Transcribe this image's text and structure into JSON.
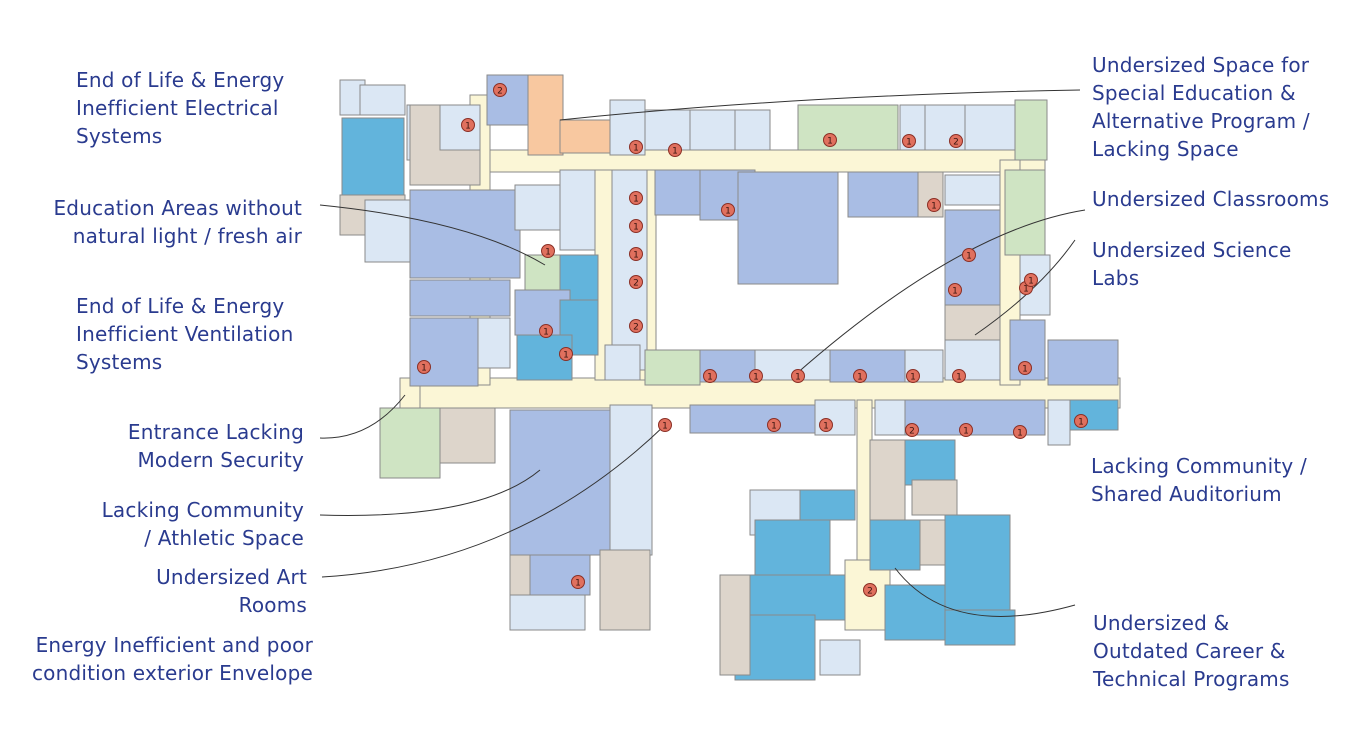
{
  "colors": {
    "label_text": "#2a3b8f",
    "corridor": "#fbf6d6",
    "classroom_light": "#dbe7f4",
    "classroom_mid": "#a9bde4",
    "career_tech": "#62b4dc",
    "special_ed": "#f8c8a0",
    "green_space": "#cfe4c3",
    "support": "#ddd5cb",
    "marker": "#e0705e"
  },
  "callouts": [
    {
      "id": "electrical",
      "lines": [
        "End of Life & Energy",
        "Inefficient Electrical",
        "Systems"
      ]
    },
    {
      "id": "natural-light",
      "lines": [
        "Education Areas without",
        "natural light / fresh air"
      ]
    },
    {
      "id": "ventilation",
      "lines": [
        "End of Life & Energy",
        "Inefficient Ventilation",
        "Systems"
      ]
    },
    {
      "id": "entrance",
      "lines": [
        "Entrance Lacking",
        "Modern Security"
      ]
    },
    {
      "id": "athletic",
      "lines": [
        "Lacking Community",
        "/ Athletic Space"
      ]
    },
    {
      "id": "art",
      "lines": [
        "Undersized Art",
        "Rooms"
      ]
    },
    {
      "id": "envelope",
      "lines": [
        "Energy Inefficient and poor",
        "condition exterior Envelope"
      ]
    },
    {
      "id": "special-ed",
      "lines": [
        "Undersized Space for",
        "Special Education &",
        "Alternative Program /",
        "Lacking Space"
      ]
    },
    {
      "id": "classrooms",
      "lines": [
        "Undersized Classrooms"
      ]
    },
    {
      "id": "science",
      "lines": [
        "Undersized Science",
        "Labs"
      ]
    },
    {
      "id": "auditorium",
      "lines": [
        "Lacking Community /",
        "Shared Auditorium"
      ]
    },
    {
      "id": "career",
      "lines": [
        "Undersized &",
        "Outdated Career &",
        "Technical Programs"
      ]
    }
  ],
  "markers": [
    {
      "value": "1"
    },
    {
      "value": "1"
    },
    {
      "value": "1"
    },
    {
      "value": "2"
    },
    {
      "value": "1"
    },
    {
      "value": "1"
    },
    {
      "value": "1"
    },
    {
      "value": "1"
    },
    {
      "value": "1"
    },
    {
      "value": "1"
    },
    {
      "value": "1"
    },
    {
      "value": "2"
    },
    {
      "value": "2"
    },
    {
      "value": "1"
    },
    {
      "value": "1"
    },
    {
      "value": "1"
    },
    {
      "value": "1"
    },
    {
      "value": "1"
    },
    {
      "value": "1"
    },
    {
      "value": "1"
    },
    {
      "value": "1"
    },
    {
      "value": "1"
    },
    {
      "value": "1"
    },
    {
      "value": "1"
    },
    {
      "value": "1"
    },
    {
      "value": "1"
    },
    {
      "value": "1"
    },
    {
      "value": "2"
    },
    {
      "value": "1"
    },
    {
      "value": "1"
    },
    {
      "value": "1"
    },
    {
      "value": "1"
    },
    {
      "value": "1"
    },
    {
      "value": "2"
    },
    {
      "value": "1"
    },
    {
      "value": "2"
    },
    {
      "value": "1"
    },
    {
      "value": "1"
    }
  ]
}
